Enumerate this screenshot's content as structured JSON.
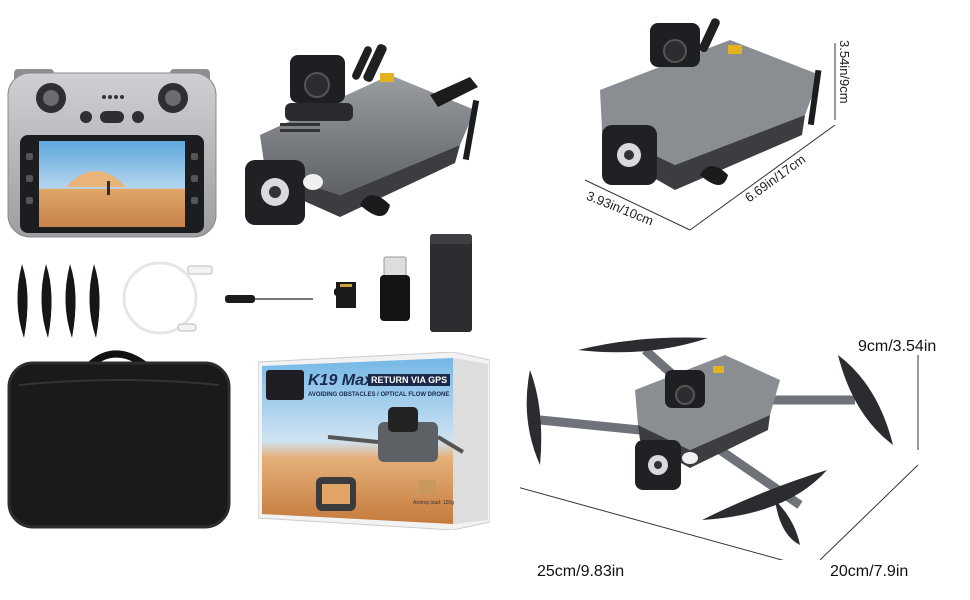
{
  "product": {
    "box_model": "K19 Max",
    "box_badge": "RETURN VIA GPS",
    "box_subtitle": "AVOIDING OBSTACLES / OPTICAL FLOW DRONE",
    "box_side_text": "Airdrop load: 120g"
  },
  "folded_dimensions": {
    "height": "3.54in/9cm",
    "width": "3.93in/10cm",
    "length": "6.69in/17cm"
  },
  "unfolded_dimensions": {
    "height": "9cm/3.54in",
    "length": "25cm/9.83in",
    "width": "20cm/7.9in"
  },
  "accessories": [
    "remote-controller",
    "folded-drone",
    "propellers",
    "usb-cable",
    "screwdriver",
    "tf-card",
    "card-reader",
    "battery",
    "carrying-case",
    "retail-box"
  ],
  "colors": {
    "drone_body": "#6f7278",
    "drone_dark": "#2b2c2f",
    "accent_yellow": "#e3b21f",
    "case": "#1a1a1a",
    "sky": "#74b7e6",
    "sand": "#d9a56a"
  }
}
